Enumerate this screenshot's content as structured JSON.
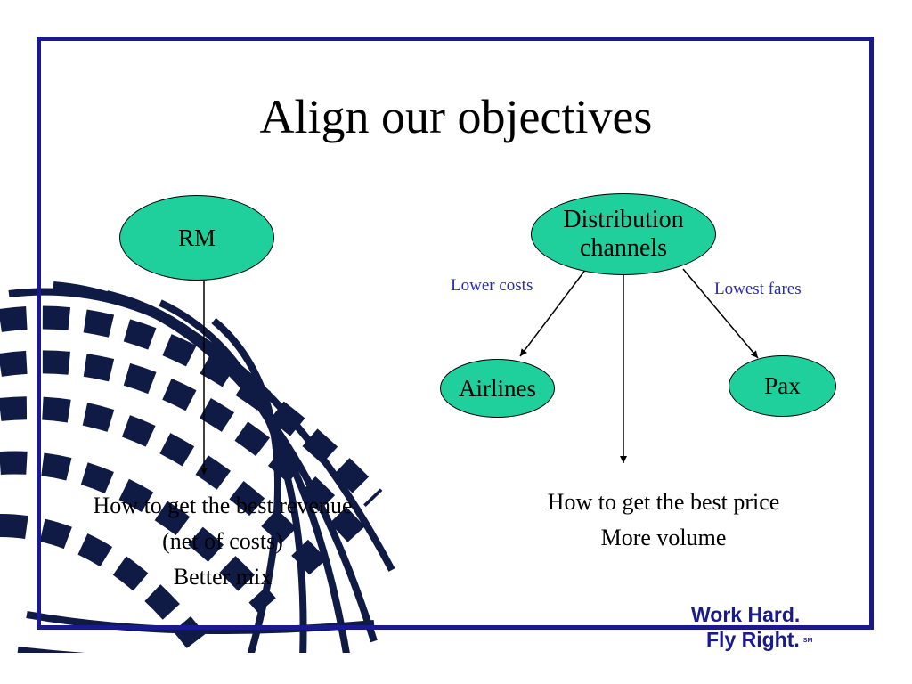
{
  "slide": {
    "title": "Align our objectives",
    "nodes": {
      "rm": "RM",
      "distribution": "Distribution channels",
      "airlines": "Airlines",
      "pax": "Pax"
    },
    "edge_labels": {
      "lower_costs": "Lower costs",
      "lowest_fares": "Lowest fares"
    },
    "left_text": [
      "How to get the best revenue",
      "(net of costs)",
      "Better mix"
    ],
    "right_text": [
      "How to get the best price",
      "More volume"
    ],
    "brand": {
      "line1": "Work Hard.",
      "line2": "Fly Right.",
      "mark": "SM"
    }
  },
  "colors": {
    "frame": "#1a1a8c",
    "node_fill": "#1fcf9c",
    "globe": "#0f1a45",
    "label": "#2a2ab0"
  }
}
